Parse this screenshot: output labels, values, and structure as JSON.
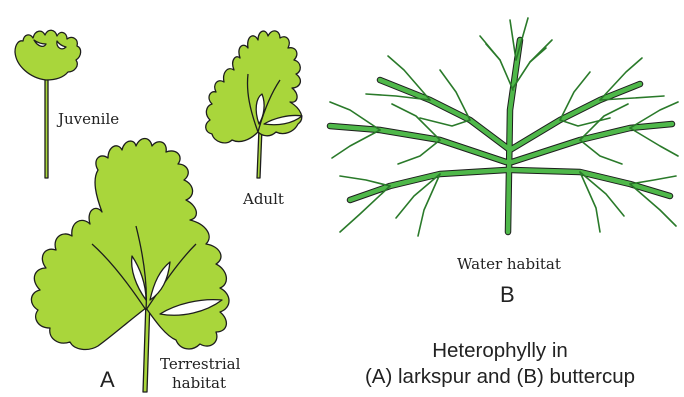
{
  "labels": {
    "juvenile": "Juvenile",
    "adult": "Adult",
    "terrestrial_line1": "Terrestrial",
    "terrestrial_line2": "habitat",
    "water": "Water habitat",
    "panel_a": "A",
    "panel_b": "B"
  },
  "caption": {
    "line1": "Heterophylly in",
    "line2": "(A) larkspur and (B) buttercup"
  },
  "colors": {
    "leaf_fill": "#a9d63b",
    "leaf_outline": "#1d1d1d",
    "water_leaf": "#4fb84a",
    "water_leaf_light": "#7ccf6a",
    "text": "#222222"
  }
}
